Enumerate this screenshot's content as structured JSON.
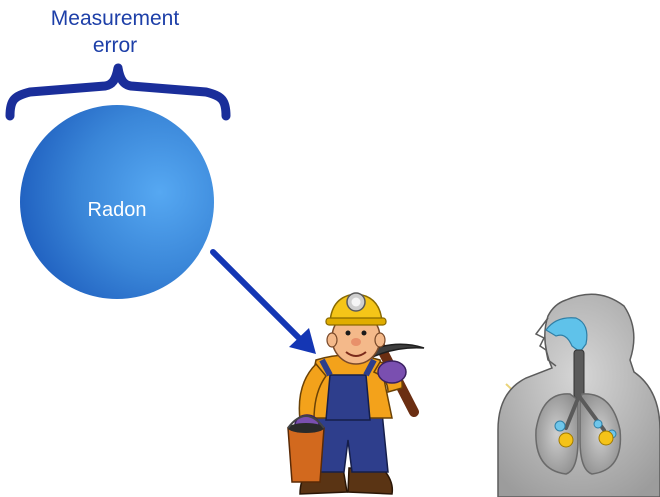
{
  "diagram": {
    "measurement_label_line1": "Measurement",
    "measurement_label_line2": "error",
    "radon_label": "Radon"
  },
  "colors": {
    "label": "#1d3fa8",
    "brace": "#1a2e9a",
    "arrow": "#1436b4",
    "circle_light": "#56a8f2",
    "circle_dark": "#1f5fbf"
  },
  "icons": {
    "brace": "curly-brace-icon",
    "arrow": "arrow-icon",
    "miner": "miner-illustration",
    "lungs": "respiratory-system-illustration"
  }
}
